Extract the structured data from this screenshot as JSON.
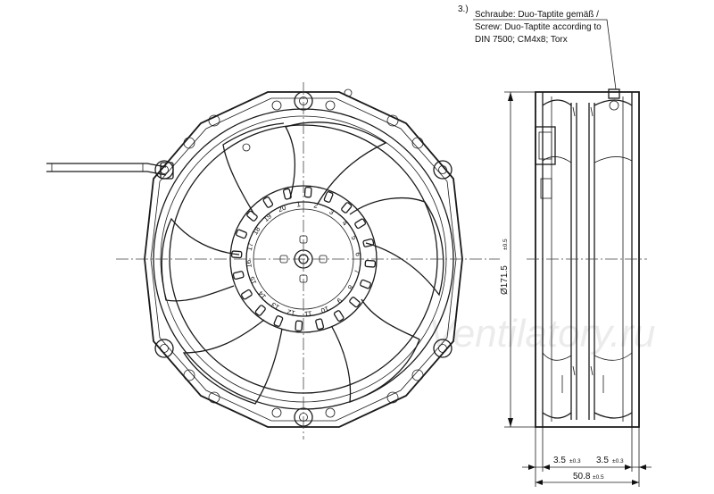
{
  "note": {
    "marker": "3.)",
    "lines": [
      "Schraube: Duo-Taptite gemäß /",
      "Screw: Duo-Taptite according to",
      "DIN 7500; CM4x8; Torx"
    ]
  },
  "hub_numbers": [
    "1",
    "2",
    "3",
    "4",
    "5",
    "6",
    "7",
    "8",
    "9",
    "10",
    "11",
    "12",
    "13",
    "14",
    "15",
    "16",
    "17",
    "18",
    "19",
    "20"
  ],
  "dimensions": {
    "diameter": {
      "value": "Ø171.5",
      "tol": "±0.5"
    },
    "left_offset": {
      "value": "3.5",
      "tol": "±0.3"
    },
    "right_offset": {
      "value": "3.5",
      "tol": "±0.3"
    },
    "depth": {
      "value": "50.8",
      "tol": "±0.5"
    }
  },
  "watermark": "Ventilatory.ru"
}
